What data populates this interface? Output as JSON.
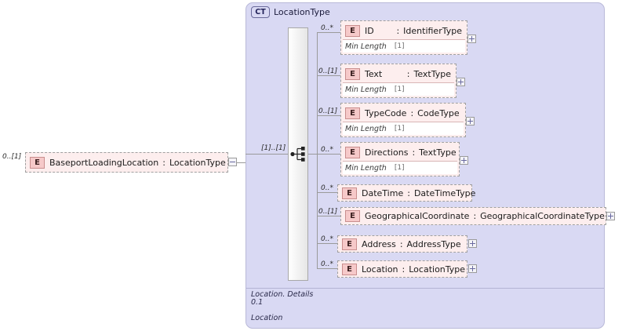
{
  "diagram": {
    "kind": "xsd-element-diagram",
    "colors": {
      "element_fill": "#fdeeee",
      "element_badge_fill": "#f6c9c9",
      "container_fill": "#d9d9f3",
      "container_border": "#b9b9d8",
      "line": "#9a9a9a"
    }
  },
  "root_element": {
    "cardinality": "0..[1]",
    "badge": "E",
    "name": "BaseportLoadingLocation",
    "separator": ":",
    "type": "LocationType",
    "expander": "minus"
  },
  "complex_type": {
    "badge": "CT",
    "title": "LocationType",
    "compositor": {
      "icon": "sequence-icon",
      "cardinality": "[1]..[1]"
    },
    "footer_line1": "Location. Details",
    "footer_line2": "0.1",
    "footer_line3": "Location"
  },
  "children": [
    {
      "cardinality": "0..*",
      "badge": "E",
      "name": "ID",
      "separator": ":",
      "type": "IdentifierType",
      "type_align": "right",
      "facet_label": "Min Length",
      "facet_value": "[1]",
      "expander": "plus"
    },
    {
      "cardinality": "0..[1]",
      "badge": "E",
      "name": "Text",
      "separator": ":",
      "type": "TextType",
      "type_align": "right",
      "facet_label": "Min Length",
      "facet_value": "[1]",
      "expander": "plus"
    },
    {
      "cardinality": "0..[1]",
      "badge": "E",
      "name": "TypeCode",
      "separator": ":",
      "type": "CodeType",
      "type_align": "left",
      "facet_label": "Min Length",
      "facet_value": "[1]",
      "expander": "plus"
    },
    {
      "cardinality": "0..*",
      "badge": "E",
      "name": "Directions",
      "separator": ":",
      "type": "TextType",
      "type_align": "left",
      "facet_label": "Min Length",
      "facet_value": "[1]",
      "expander": "plus"
    },
    {
      "cardinality": "0..*",
      "badge": "E",
      "name": "DateTime",
      "separator": ":",
      "type": "DateTimeType",
      "type_align": "left",
      "facet_label": null,
      "facet_value": null,
      "expander": "none"
    },
    {
      "cardinality": "0..[1]",
      "badge": "E",
      "name": "GeographicalCoordinate",
      "separator": ":",
      "type": "GeographicalCoordinateType",
      "type_align": "left",
      "facet_label": null,
      "facet_value": null,
      "expander": "plus"
    },
    {
      "cardinality": "0..*",
      "badge": "E",
      "name": "Address",
      "separator": ":",
      "type": "AddressType",
      "type_align": "left",
      "facet_label": null,
      "facet_value": null,
      "expander": "plus"
    },
    {
      "cardinality": "0..*",
      "badge": "E",
      "name": "Location",
      "separator": ":",
      "type": "LocationType",
      "type_align": "left",
      "facet_label": null,
      "facet_value": null,
      "expander": "plus"
    }
  ]
}
